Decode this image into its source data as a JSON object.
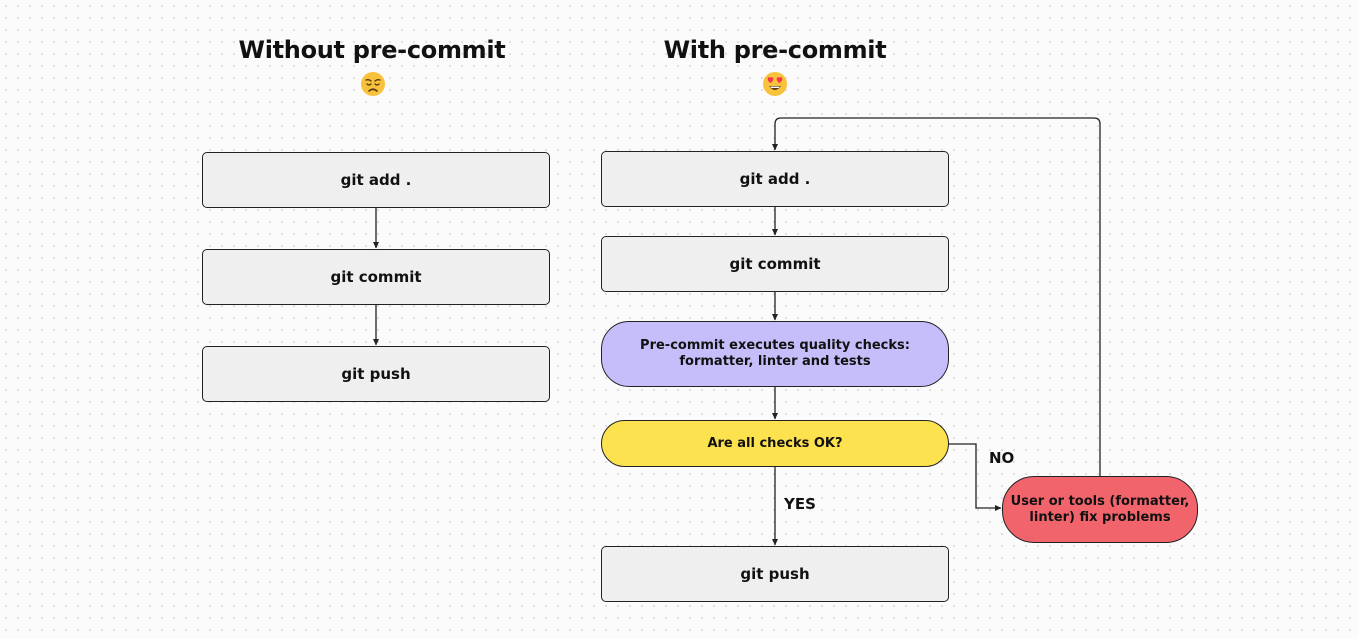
{
  "left": {
    "title": "Without pre-commit",
    "emoji": "sad-face-icon",
    "steps": [
      "git add .",
      "git commit",
      "git push"
    ]
  },
  "right": {
    "title": "With pre-commit",
    "emoji": "heart-eyes-face-icon",
    "steps": {
      "add": "git add .",
      "commit": "git commit",
      "checks": "Pre-commit executes quality checks: formatter, linter and tests",
      "decision": "Are all checks OK?",
      "fix": "User or tools (formatter, linter) fix problems",
      "push": "git push"
    },
    "labels": {
      "yes": "YES",
      "no": "NO"
    }
  },
  "colors": {
    "box": "#efefef",
    "checks": "#c5befa",
    "decision": "#fde24f",
    "fix": "#f1646c",
    "border": "#222222"
  }
}
